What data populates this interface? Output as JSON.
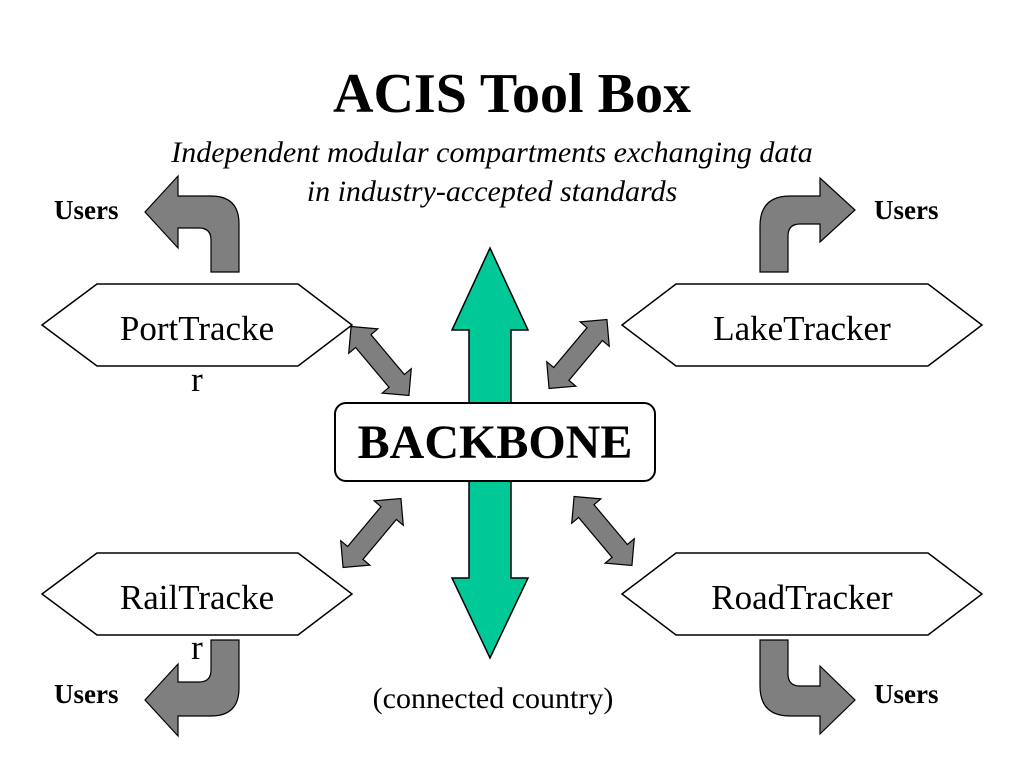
{
  "title": "ACIS Tool Box",
  "subtitle_lines": [
    "Independent modular compartments exchanging data",
    "in industry-accepted standards"
  ],
  "center": {
    "label": "BACKBONE"
  },
  "trackers": {
    "port": {
      "line1": "PortTracke",
      "line2": "r"
    },
    "lake": {
      "line1": "LakeTracker"
    },
    "rail": {
      "line1": "RailTracke",
      "line2": "r"
    },
    "road": {
      "line1": "RoadTracker"
    }
  },
  "users_label": "Users",
  "footnote": "(connected country)",
  "colors": {
    "backbone_arrow": "#00C896",
    "connector_arrow": "#7F7F7F",
    "outline": "#000000"
  }
}
